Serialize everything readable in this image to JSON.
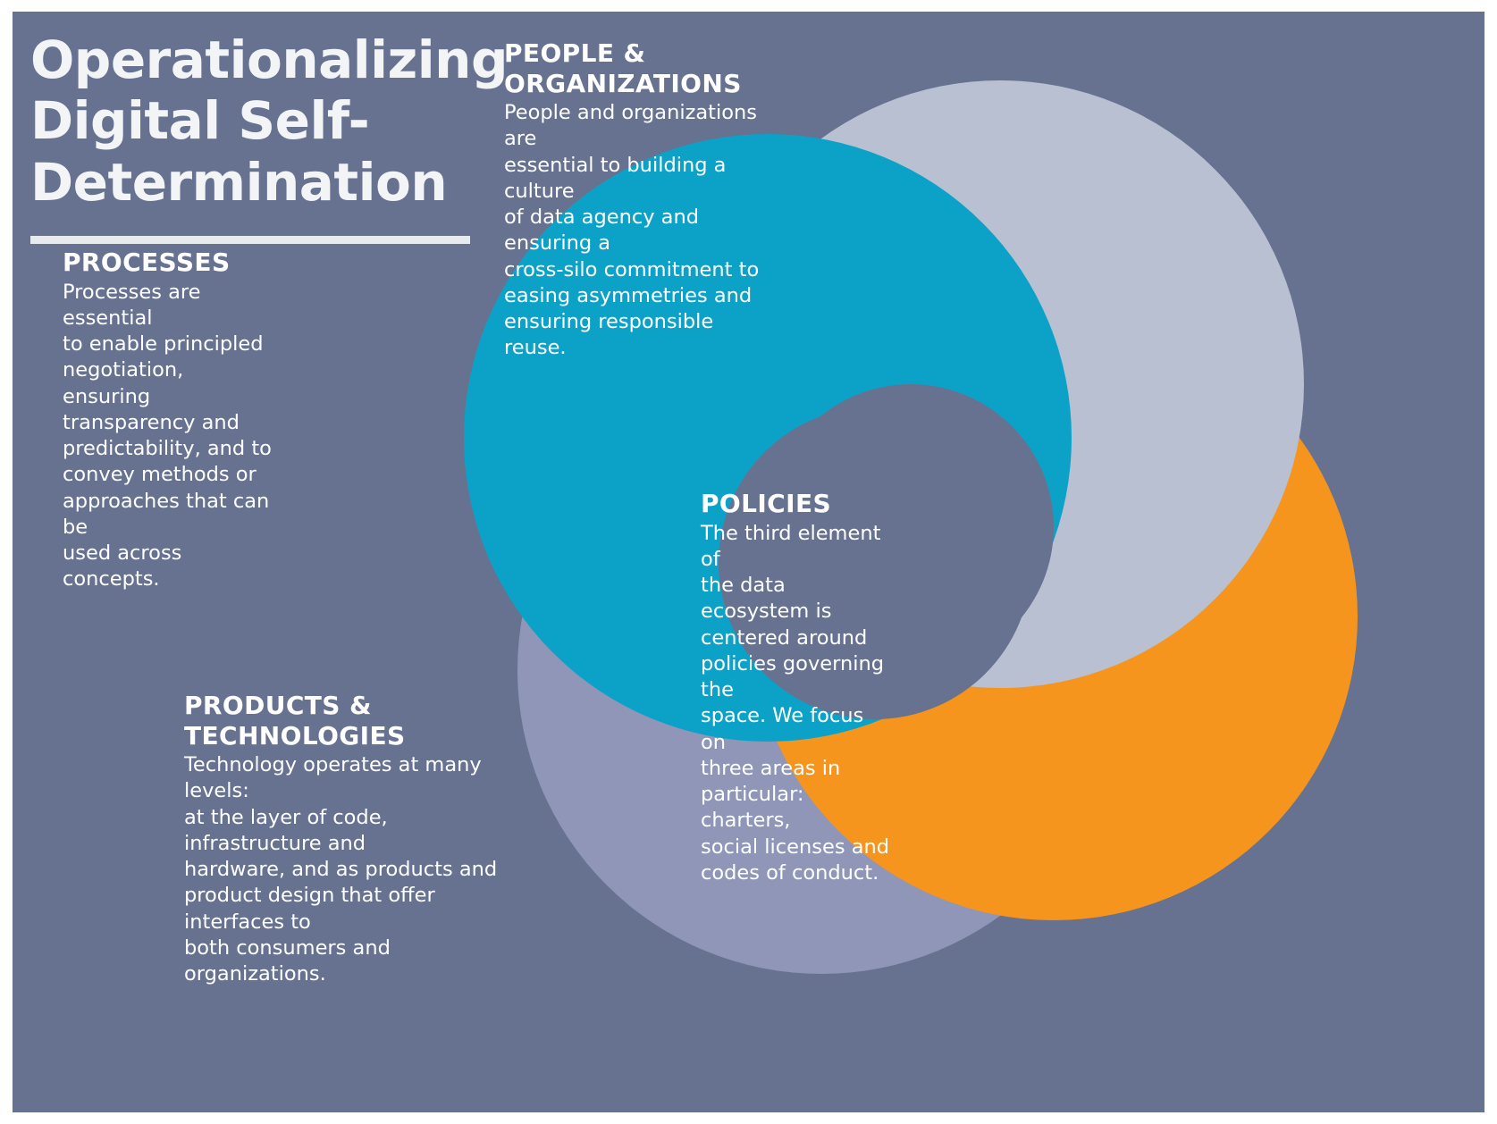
{
  "title": "Operationalizing\nDigital Self-\nDetermination",
  "colors": {
    "background": "#667290",
    "processes": "#0ca2c8",
    "people": "#b9c0d2",
    "policies": "#f5951e",
    "products": "#8f96b8",
    "text": "#ffffff",
    "title_text": "#f2f4f6",
    "rule": "#e8ebee",
    "border": "#ffffff"
  },
  "segments": {
    "processes": {
      "title": "PROCESSES",
      "body": "Processes are essential\nto enable principled\nnegotiation, ensuring\ntransparency and\npredictability, and to\nconvey methods or\napproaches that can be\nused across concepts.",
      "color": "#0ca2c8"
    },
    "people": {
      "title": "PEOPLE &\nORGANIZATIONS",
      "body": "People and organizations are\nessential to building a culture\nof data agency and ensuring a\ncross-silo commitment to\neasing asymmetries and\nensuring responsible reuse.",
      "color": "#b9c0d2"
    },
    "policies": {
      "title": "POLICIES",
      "body": "The third element of\nthe data ecosystem is\ncentered around\npolicies governing the\nspace. We focus on\nthree areas in\nparticular: charters,\nsocial licenses and\ncodes of conduct.",
      "color": "#f5951e"
    },
    "products": {
      "title": "PRODUCTS &\nTECHNOLOGIES",
      "body": "Technology operates at many levels:\nat the layer of code, infrastructure and\nhardware, and as products and\nproduct design that offer interfaces to\nboth consumers and organizations.",
      "color": "#8f96b8"
    }
  },
  "chart_data": {
    "type": "pie",
    "title": "Operationalizing Digital Self-Determination",
    "categories": [
      "PROCESSES",
      "PEOPLE & ORGANIZATIONS",
      "POLICIES",
      "PRODUCTS & TECHNOLOGIES"
    ],
    "values": [
      25,
      25,
      25,
      25
    ],
    "colors": [
      "#0ca2c8",
      "#b9c0d2",
      "#f5951e",
      "#8f96b8"
    ],
    "legend": "none",
    "grid": false,
    "note": "Four-part interlocking pinwheel ring; each quadrant is a crescent/comma lobe of equal visual weight, with a hollow center showing the background."
  }
}
